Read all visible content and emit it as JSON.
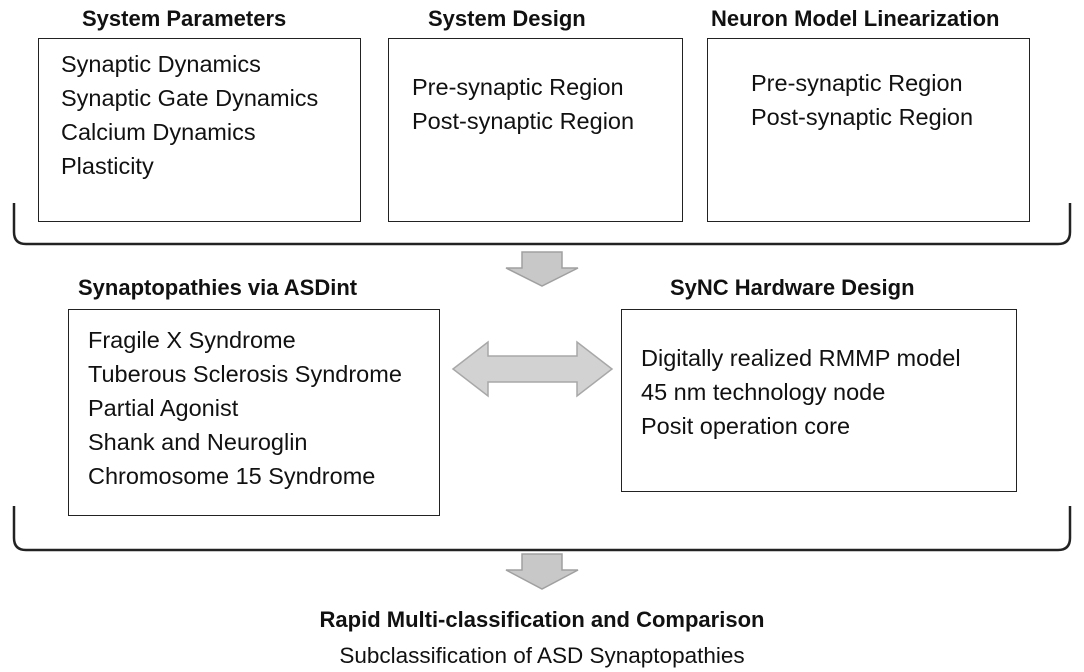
{
  "top_row": {
    "system_parameters": {
      "title": "System Parameters",
      "items": [
        "Synaptic Dynamics",
        "Synaptic Gate Dynamics",
        "Calcium Dynamics",
        "Plasticity"
      ]
    },
    "system_design": {
      "title": "System Design",
      "items": [
        "Pre-synaptic Region",
        "Post-synaptic Region"
      ]
    },
    "neuron_model_linearization": {
      "title": "Neuron Model Linearization",
      "items": [
        "Pre-synaptic Region",
        "Post-synaptic Region"
      ]
    }
  },
  "middle_row": {
    "synaptopathies": {
      "title": "Synaptopathies via ASDint",
      "items": [
        "Fragile X Syndrome",
        "Tuberous Sclerosis Syndrome",
        "Partial Agonist",
        "Shank and Neuroglin",
        "Chromosome 15 Syndrome"
      ]
    },
    "sync_hardware": {
      "title": "SyNC Hardware Design",
      "items": [
        "Digitally realized RMMP model",
        "45 nm technology node",
        "Posit operation core"
      ]
    }
  },
  "result": {
    "title": "Rapid Multi-classification and Comparison",
    "subtitle": "Subclassification of ASD Synaptopathies"
  },
  "colors": {
    "arrow_fill": "#c8c8c8",
    "arrow_stroke": "#a0a0a0",
    "line": "#222222"
  }
}
